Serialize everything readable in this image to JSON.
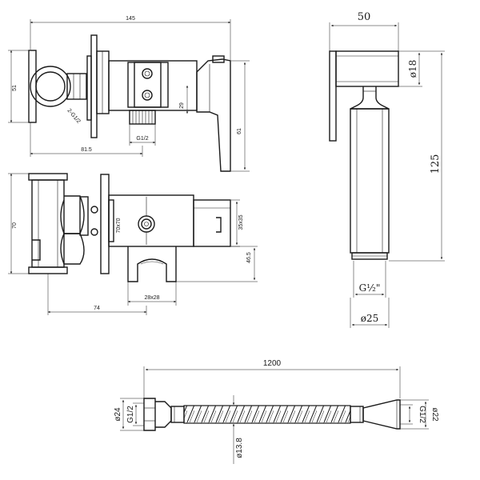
{
  "dims": {
    "valve_length": "145",
    "valve_height_front": "51",
    "nut": "2-G1/2",
    "depth_29": "29",
    "g_half": "G1/2",
    "len_81_5": "81.5",
    "handle_61": "61",
    "valve_height_top": "70",
    "plate_70x70": "70x70",
    "cap_35x35": "35x35",
    "holder_46_5": "46.5",
    "holder_28x28": "28x28",
    "len_74": "74",
    "head_width": "50",
    "head_dia": "ø18",
    "handset_length": "125",
    "thread": "G½\"",
    "body_dia": "ø25",
    "hose_length": "1200",
    "hose_left_dia": "ø24",
    "hose_left_thread": "G1/2",
    "hose_dia": "ø13.8",
    "hose_right_thread": "G1/2",
    "hose_right_dia": "ø22"
  },
  "colors": {
    "line": "#1a1a1a",
    "background": "#ffffff"
  }
}
